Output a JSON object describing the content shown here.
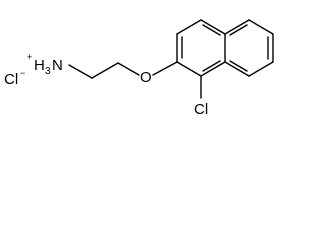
{
  "molecule": {
    "labels": {
      "chloride": "Cl",
      "chloride_charge": "−",
      "ammonium_charge": "+",
      "ammonium_h": "H",
      "ammonium_h_count": "3",
      "ammonium_n": "N",
      "ether_oxygen": "O",
      "aryl_chlorine": "Cl"
    }
  }
}
